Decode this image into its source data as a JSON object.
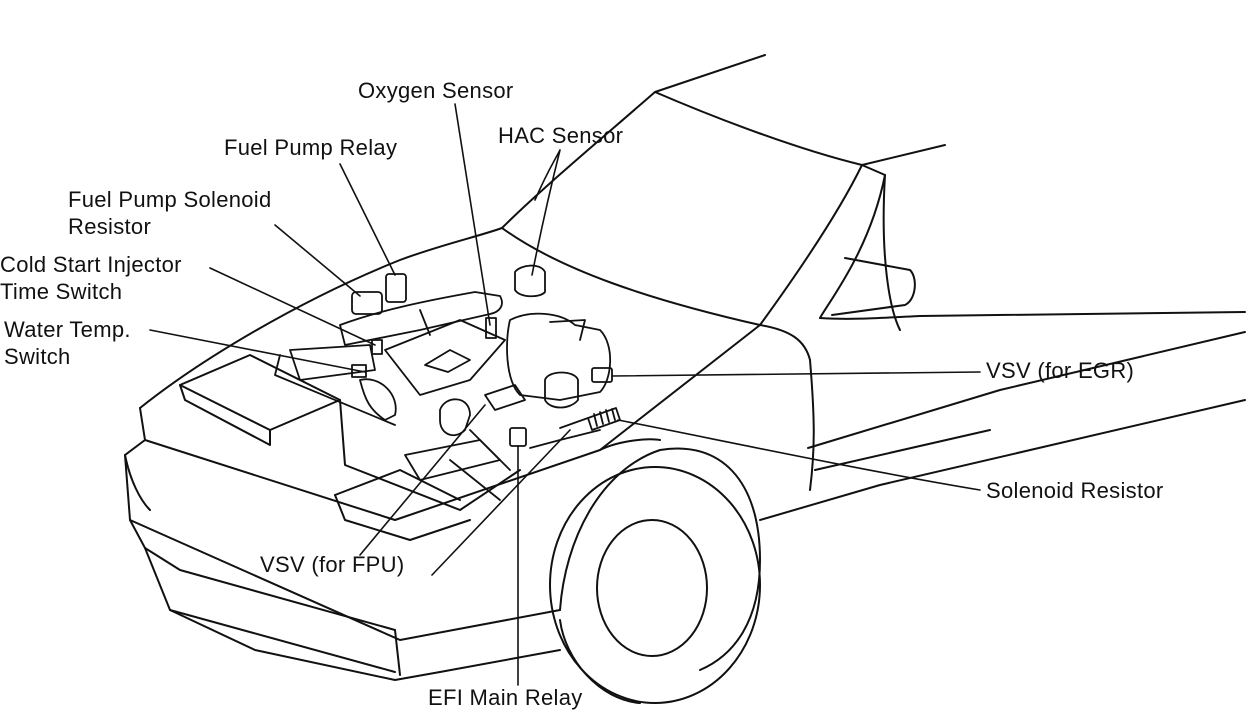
{
  "diagram": {
    "labels": {
      "oxygen_sensor": "Oxygen Sensor",
      "hac_sensor": "HAC Sensor",
      "fuel_pump_relay": "Fuel Pump Relay",
      "fuel_pump_solenoid_resistor": "Fuel Pump Solenoid\nResistor",
      "cold_start_injector_time_switch": "Cold Start Injector\nTime Switch",
      "water_temp_switch": "Water Temp.\nSwitch",
      "vsv_for_egr": "VSV (for EGR)",
      "solenoid_resistor": "Solenoid Resistor",
      "vsv_for_fpu": "VSV (for FPU)",
      "efi_main_relay": "EFI Main Relay"
    },
    "colors": {
      "line": "#111111",
      "background": "#ffffff"
    }
  }
}
